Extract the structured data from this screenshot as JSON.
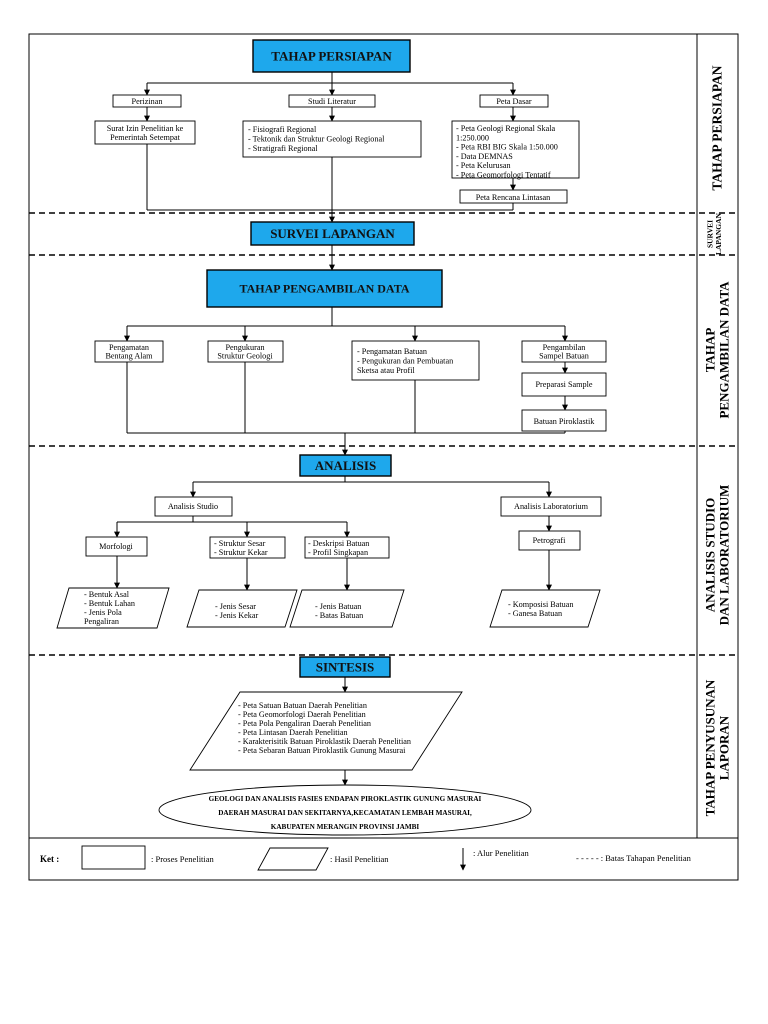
{
  "colors": {
    "header_fill": "#1ea8ec",
    "header_text": "#111111",
    "line": "#000000"
  },
  "sections": {
    "persiapan": {
      "header": "TAHAP PERSIAPAN",
      "side_label": "TAHAP PERSIAPAN",
      "branches": {
        "perizinan": {
          "label": "Perizinan",
          "result": [
            "Surat Izin Penelitian ke",
            "Pemerintah Setempat"
          ]
        },
        "studi_literatur": {
          "label": "Studi Literatur",
          "result": [
            "- Fisiografi Regional",
            "- Tektonik dan Struktur Geologi Regional",
            "- Stratigrafi Regional"
          ]
        },
        "peta_dasar": {
          "label": "Peta Dasar",
          "result": [
            "- Peta Geologi Regional Skala",
            "1:250.000",
            "- Peta RBI BIG Skala 1:50.000",
            "- Data DEMNAS",
            "- Peta Kelurusan",
            "- Peta Geomorfologi Tentatif"
          ],
          "next": "Peta Rencana Lintasan"
        }
      }
    },
    "survei": {
      "header": "SURVEI LAPANGAN",
      "side_label": [
        "SURVEI",
        "LAPANGAN"
      ]
    },
    "pengambilan": {
      "header": "TAHAP PENGAMBILAN DATA",
      "side_label": [
        "TAHAP",
        "PENGAMBILAN DATA"
      ],
      "branches": {
        "bentang": [
          "Pengamatan",
          "Bentang Alam"
        ],
        "struktur": [
          "Pengukuran",
          "Struktur Geologi"
        ],
        "batuan": [
          "- Pengamatan Batuan",
          "- Pengukuran dan Pembuatan",
          "Sketsa atau Profil"
        ],
        "sampel": [
          "Pengambilan",
          "Sampel Batuan"
        ],
        "preparasi": "Preparasi Sample",
        "piroklastik": "Batuan Piroklastik"
      }
    },
    "analisis": {
      "header": "ANALISIS",
      "side_label": [
        "ANALISIS STUDIO",
        "DAN LABORATORIUM"
      ],
      "studio": "Analisis Studio",
      "laboratorium": "Analisis Laboratorium",
      "morfologi": "Morfologi",
      "struktur": [
        "- Struktur Sesar",
        "- Struktur Kekar"
      ],
      "deskripsi": [
        "- Deskripsi Batuan",
        "- Profil Singkapan"
      ],
      "petrografi": "Petrografi",
      "hasil_morfologi": [
        "- Bentuk Asal",
        "- Bentuk Lahan",
        "- Jenis Pola",
        "Pengaliran"
      ],
      "hasil_struktur": [
        "- Jenis Sesar",
        "- Jenis Kekar"
      ],
      "hasil_batuan": [
        "- Jenis Batuan",
        "- Batas Batuan"
      ],
      "hasil_petrografi": [
        "- Komposisi Batuan",
        "- Ganesa Batuan"
      ]
    },
    "sintesis": {
      "header": "SINTESIS",
      "side_label": [
        "TAHAP PENYUSUNAN",
        "LAPORAN"
      ],
      "maps": [
        "- Peta Satuan Batuan Daerah Penelitian",
        "- Peta Geomorfologi Daerah Penelitian",
        "- Peta Pola Pengaliran Daerah Penelitian",
        "- Peta Lintasan Daerah Penelitian",
        "- Karakterisitik Batuan Piroklastik Daerah Penelitian",
        "- Peta Sebaran Batuan Piroklastik Gunung Masurai"
      ],
      "final": [
        "GEOLOGI DAN ANALISIS FASIES ENDAPAN PIROKLASTIK GUNUNG MASURAI",
        "DAERAH MASURAI DAN SEKITARNYA,KECAMATAN LEMBAH MASURAI,",
        "KABUPATEN MERANGIN PROVINSI JAMBI"
      ]
    }
  },
  "legend": {
    "title": "Ket :",
    "process": ": Proses Penelitian",
    "result": ": Hasil Penelitian",
    "flow": ": Alur Penelitian",
    "boundary": "- - - - - : Batas Tahapan Penelitian"
  }
}
